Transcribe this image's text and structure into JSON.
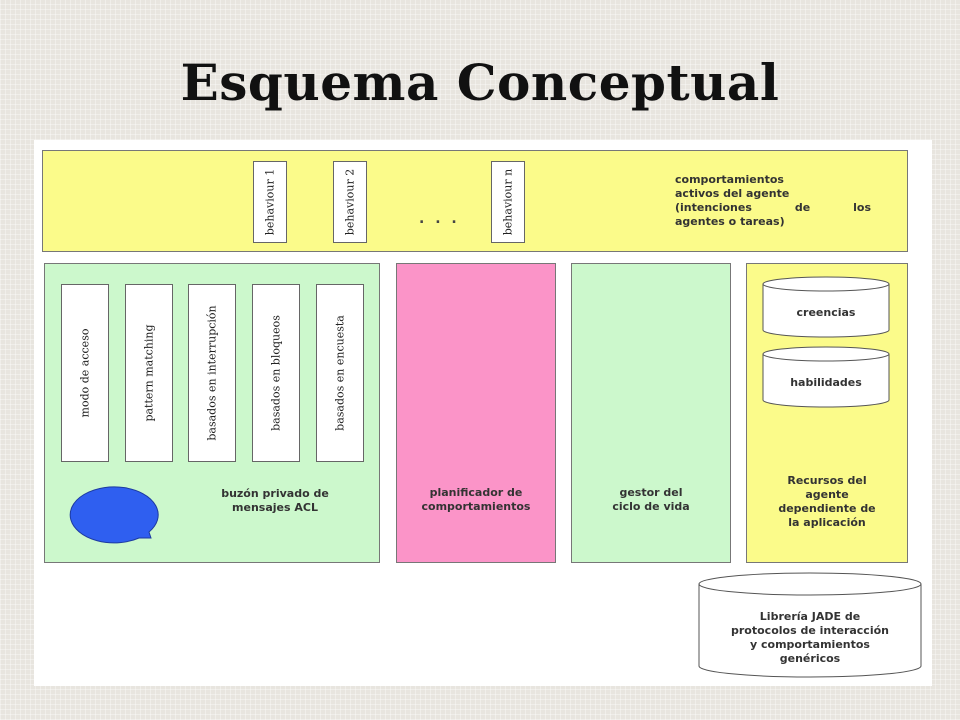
{
  "title": "Esquema Conceptual",
  "behaviours_row": {
    "behaviours": [
      "behaviour 1",
      "behaviour 2",
      "behaviour n"
    ],
    "ellipsis": ". . .",
    "label_lines": [
      "comportamientos",
      "activos del agente",
      "(intenciones de los",
      "agentes o tareas)"
    ]
  },
  "mailbox": {
    "items": [
      "modo de acceso",
      "pattern matching",
      "basados en interrupción",
      "basados en bloqueos",
      "basados en encuesta"
    ],
    "label_lines": [
      "buzón privado de",
      "mensajes ACL"
    ],
    "icon": "mailbox-queue-icon"
  },
  "scheduler": {
    "label_lines": [
      "planificador de",
      "comportamientos"
    ]
  },
  "lifecycle": {
    "label_lines": [
      "gestor del",
      "ciclo de vida"
    ]
  },
  "resources": {
    "beliefs": "creencias",
    "skills": "habilidades",
    "label_lines": [
      "Recursos del",
      "agente",
      "dependiente de",
      "la aplicación"
    ]
  },
  "library": {
    "label_lines": [
      "Librería JADE de",
      "protocolos de interacción",
      "y comportamientos",
      "genéricos"
    ]
  },
  "colors": {
    "yellow": "#fbfb8a",
    "green": "#ccf8cc",
    "pink": "#fb94c8",
    "icon_blue": "#2f5ff0"
  }
}
